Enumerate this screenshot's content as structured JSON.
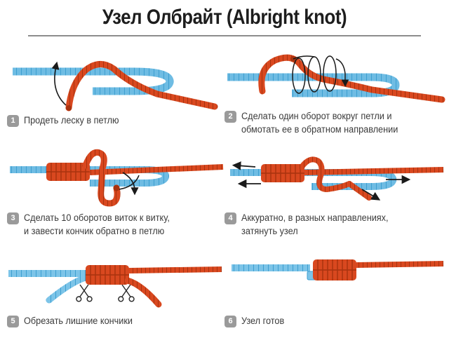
{
  "title": "Узел Олбрайт (Albright knot)",
  "colors": {
    "line_blue": "#7cc4e8",
    "line_blue_dark": "#3e9fd0",
    "line_orange": "#d9481f",
    "line_orange_dark": "#a8330f",
    "badge_grey": "#9a9a9a",
    "text": "#3a3a3a",
    "title_text": "#1d1d1d",
    "rule": "#8d8d8d",
    "background": "#ffffff",
    "arrow": "#1a1a1a"
  },
  "steps": [
    {
      "number": "1",
      "text": "Продеть леску в петлю",
      "figure_name": "knot-step-1-thread-line-through-loop"
    },
    {
      "number": "2",
      "text": "Сделать один оборот вокруг петли и\nобмотать ее в обратном направлении",
      "figure_name": "knot-step-2-wrap-around-loop"
    },
    {
      "number": "3",
      "text": "Сделать 10 оборотов виток к витку,\nи завести кончик обратно в петлю",
      "figure_name": "knot-step-3-ten-wraps-back-through-loop"
    },
    {
      "number": "4",
      "text": "Аккуратно, в разных направлениях,\nзатянуть узел",
      "figure_name": "knot-step-4-tighten-knot"
    },
    {
      "number": "5",
      "text": "Обрезать лишние кончики",
      "figure_name": "knot-step-5-trim-tag-ends"
    },
    {
      "number": "6",
      "text": "Узел готов",
      "figure_name": "knot-step-6-finished-knot"
    }
  ]
}
